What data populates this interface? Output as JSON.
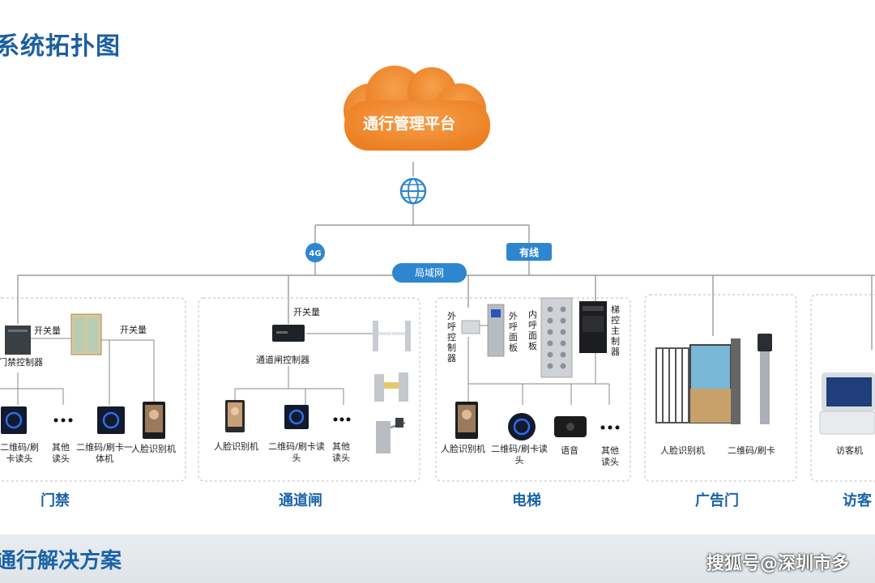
{
  "page_title": "系统拓扑图",
  "platform": "通行管理平台",
  "links": {
    "wireless": "4G",
    "wired": "有线",
    "lan": "局域网"
  },
  "sections": {
    "access": {
      "caption": "门禁",
      "controller": "门禁控制器",
      "switch_1": "开关量",
      "switch_2": "开关量",
      "devices": [
        "二维码/刷卡读头",
        "其他读头",
        "二维码/刷卡一体机",
        "人脸识别机"
      ]
    },
    "gate": {
      "caption": "通道闸",
      "controller": "通道闸控制器",
      "switch": "开关量",
      "devices": [
        "人脸识别机",
        "二维码/刷卡读头",
        "其他读头"
      ]
    },
    "elevator": {
      "caption": "电梯",
      "outer_controller": "外呼控制器",
      "outer_panel": "外呼面板",
      "inner_panel": "内呼面板",
      "main_controller": "梯控主制器",
      "devices": [
        "人脸识别机",
        "二维码/刷卡读头",
        "语音",
        "其他读头"
      ]
    },
    "ad_door": {
      "caption": "广告门",
      "devices": [
        "人脸识别机",
        "二维码/刷卡"
      ]
    },
    "visitor": {
      "caption": "访客",
      "devices": [
        "访客机"
      ]
    }
  },
  "footer_title": "通行解决方案",
  "watermark": "搜狐号@深圳市多",
  "colors": {
    "cloud": "#f08a2e",
    "badge": "#2f86d0",
    "caption": "#1a63a8",
    "line": "#888888"
  }
}
